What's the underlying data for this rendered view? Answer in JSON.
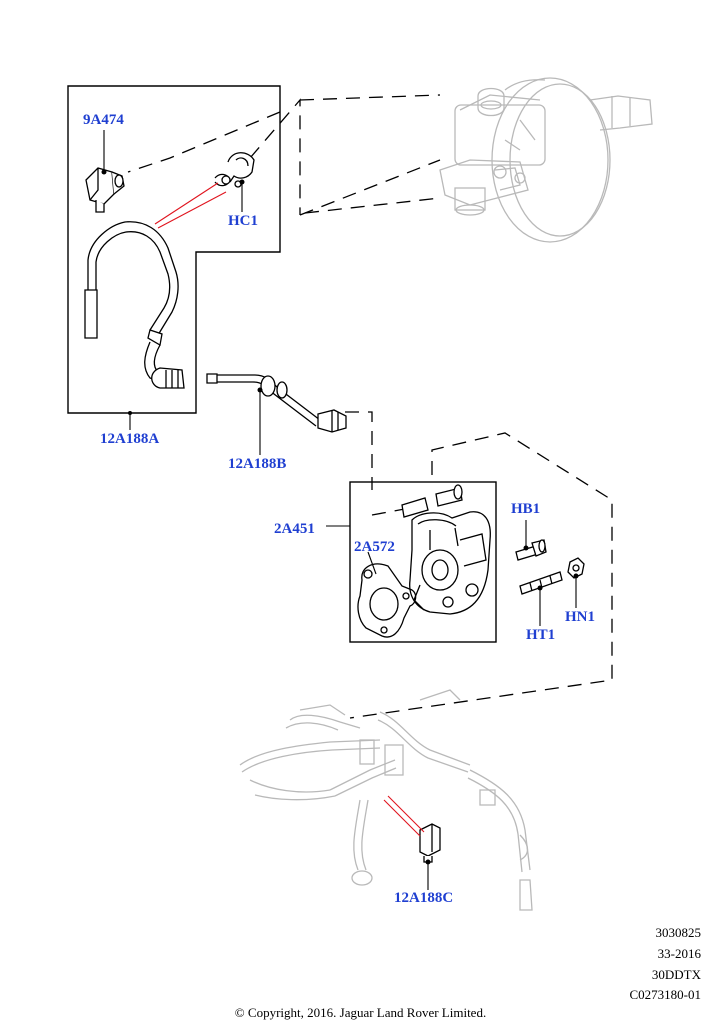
{
  "callouts": {
    "9A474": "9A474",
    "HC1": "HC1",
    "12A188A": "12A188A",
    "12A188B": "12A188B",
    "2A451": "2A451",
    "2A572": "2A572",
    "HB1": "HB1",
    "HN1": "HN1",
    "HT1": "HT1",
    "12A188C": "12A188C"
  },
  "meta": {
    "line1": "3030825",
    "line2": "33-2016",
    "line3": "30DDTX",
    "line4": "C0273180-01"
  },
  "copyright": "© Copyright, 2016. Jaguar Land Rover Limited.",
  "colors": {
    "callout": "#1f3fd1",
    "leader_red": "#e0141e",
    "ghost_line": "#b9b9b9",
    "part_line": "#000000"
  }
}
